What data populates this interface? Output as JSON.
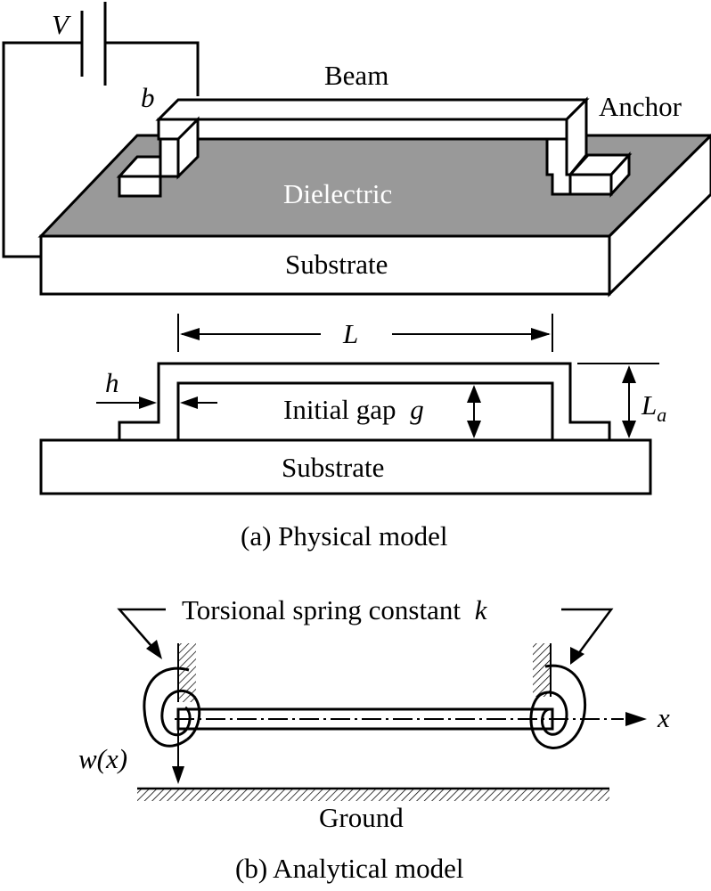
{
  "panel_a": {
    "label_voltage": "V",
    "label_b": "b",
    "label_beam": "Beam",
    "label_anchor": "Anchor",
    "label_dielectric": "Dielectric",
    "label_substrate_top": "Substrate",
    "label_length": "L",
    "label_h": "h",
    "label_gap": "Initial gap",
    "label_gap_symbol": "g",
    "label_anchor_height": "L",
    "label_anchor_height_sub": "a",
    "label_substrate_bottom": "Substrate",
    "caption": "(a) Physical model"
  },
  "panel_b": {
    "label_spring": "Torsional spring constant",
    "label_spring_symbol": "k",
    "label_x": "x",
    "label_deflection": "w(x)",
    "label_ground": "Ground",
    "caption": "(b) Analytical model"
  },
  "colors": {
    "dielectric": "#999999",
    "line": "#000000",
    "background": "#ffffff"
  }
}
